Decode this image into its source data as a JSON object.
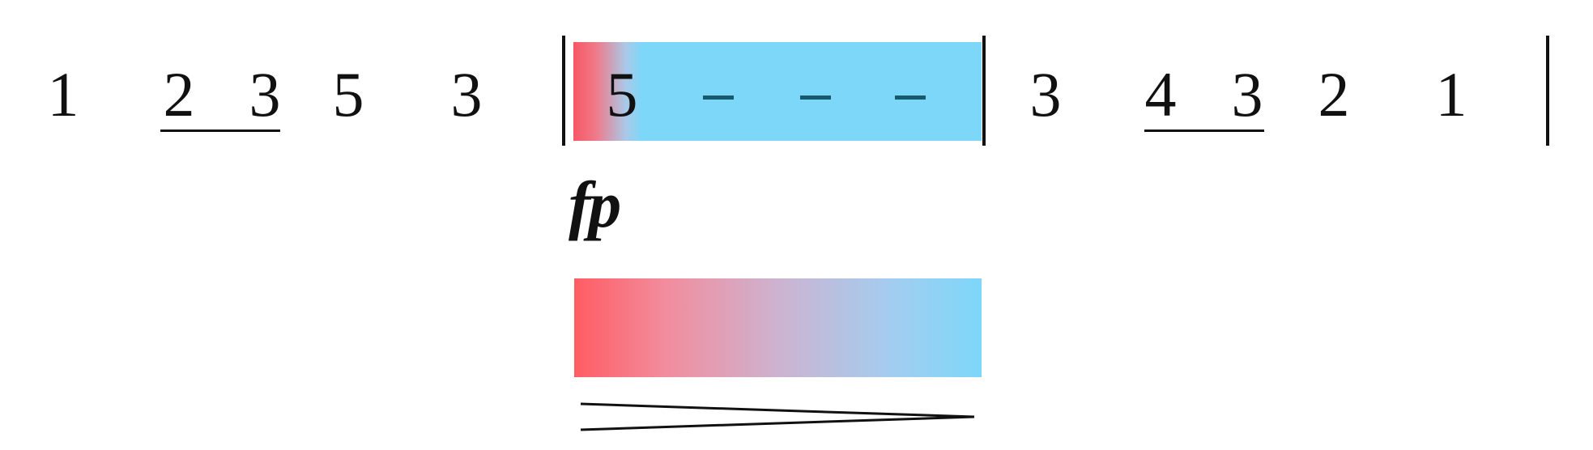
{
  "notation": {
    "measure_1": {
      "notes": [
        "1",
        "2",
        "3",
        "5",
        "3"
      ],
      "underlined_group": "2 3"
    },
    "measure_2": {
      "note": "5",
      "extension_dashes": [
        "–",
        "–",
        "–"
      ]
    },
    "measure_3": {
      "notes": [
        "3",
        "4",
        "3",
        "2",
        "1"
      ],
      "underlined_group": "4 3"
    }
  },
  "dynamic_marking": "fp",
  "gradient": {
    "start_color": "#ff5c63",
    "end_color": "#7dd7f9"
  },
  "hairpin": "decrescendo"
}
